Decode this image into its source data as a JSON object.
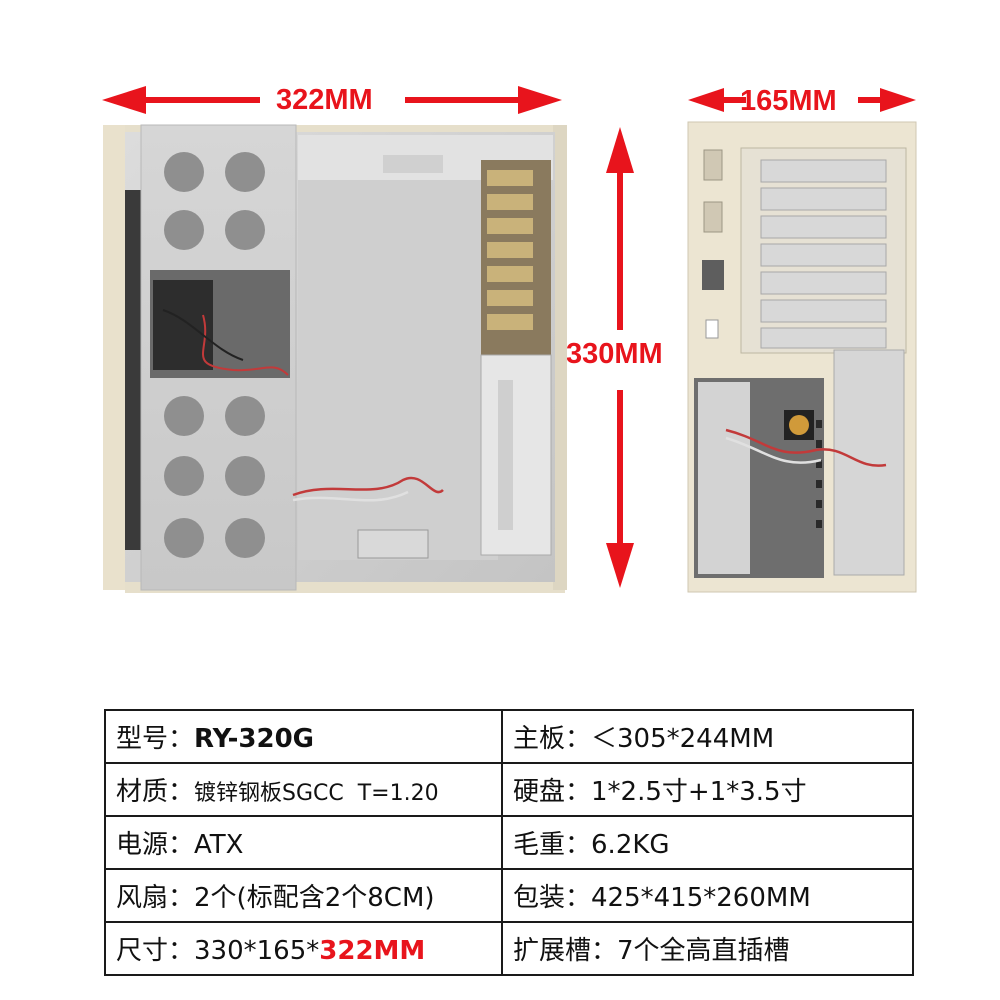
{
  "dimensions": {
    "width_label": "322MM",
    "depth_label": "165MM",
    "height_label": "330MM",
    "arrow_color": "#e8141c"
  },
  "images": {
    "side_view": "open-chassis-side-view",
    "front_view": "chassis-front-view"
  },
  "specs": {
    "model": {
      "label": "型号：",
      "value": "RY-320G"
    },
    "motherboard": {
      "label": "主板：",
      "value": "＜305*244MM"
    },
    "material": {
      "label": "材质：",
      "value": "镀锌钢板SGCC  T=1.20"
    },
    "drives": {
      "label": "硬盘：",
      "value": "1*2.5寸+1*3.5寸"
    },
    "psu": {
      "label": "电源：",
      "value": "ATX"
    },
    "weight": {
      "label": "毛重：",
      "value": "6.2KG"
    },
    "fans": {
      "label": "风扇：",
      "value": "2个(标配含2个8CM)"
    },
    "package": {
      "label": "包装：",
      "value": "425*415*260MM"
    },
    "size": {
      "label": "尺寸：",
      "value_prefix": "330*165*",
      "value_highlight": "322MM"
    },
    "slots": {
      "label": "扩展槽：",
      "value": "7个全高直插槽"
    }
  }
}
